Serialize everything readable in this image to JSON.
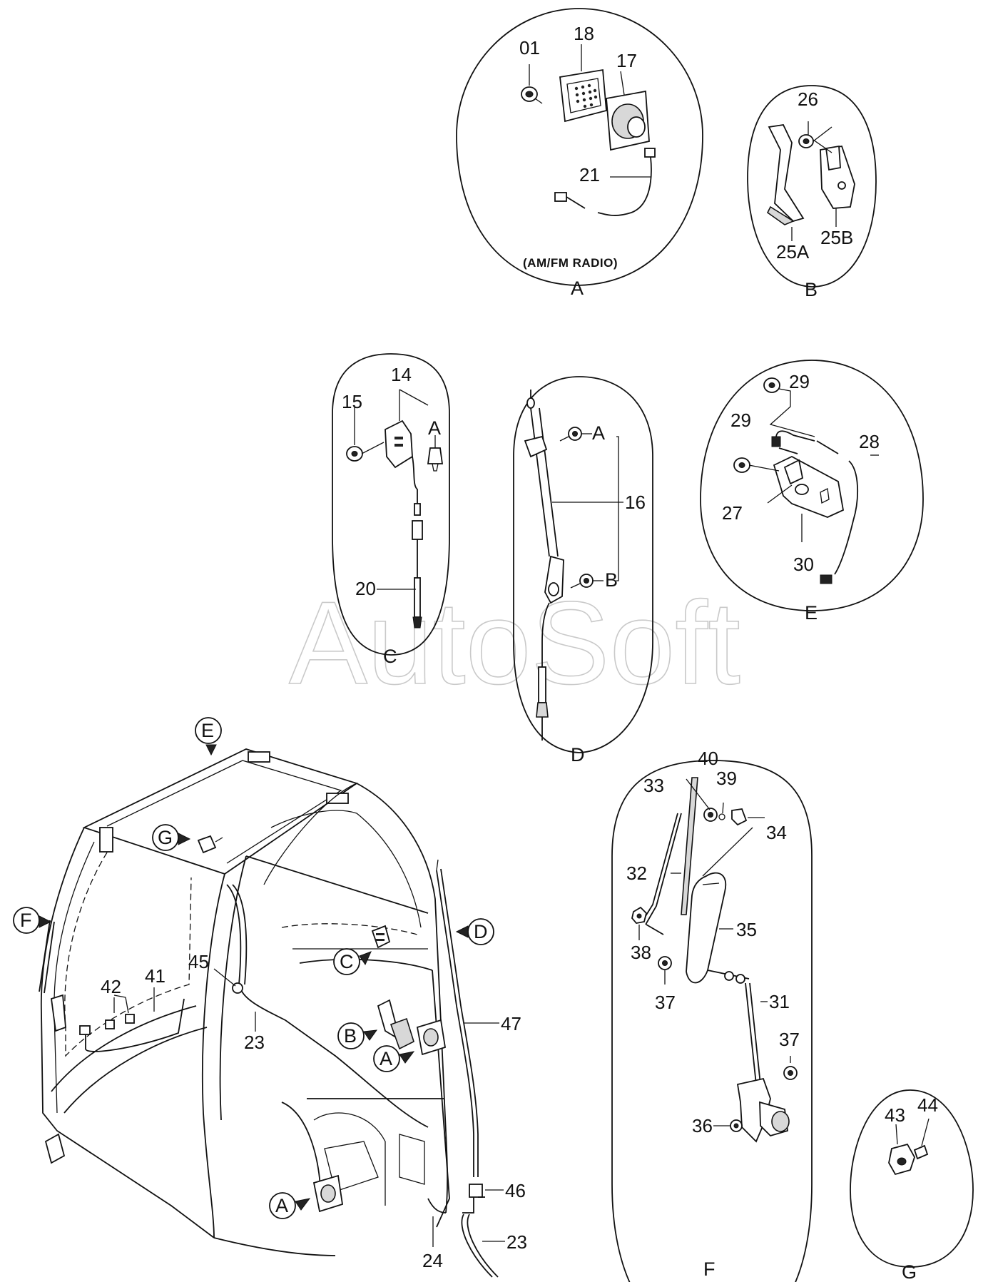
{
  "watermark": "AutoSoft",
  "detail_a": {
    "letter": "A",
    "caption": "(AM/FM RADIO)",
    "labels": [
      "01",
      "18",
      "17",
      "21"
    ]
  },
  "detail_b": {
    "letter": "B",
    "labels": [
      "26",
      "25A",
      "25B"
    ]
  },
  "detail_c": {
    "letter": "C",
    "labels": [
      "14",
      "15",
      "A",
      "20"
    ]
  },
  "detail_d": {
    "letter": "D",
    "labels": [
      "A",
      "16",
      "B"
    ]
  },
  "detail_e": {
    "letter": "E",
    "labels": [
      "29",
      "29",
      "28",
      "27",
      "30"
    ]
  },
  "detail_f": {
    "letter": "F",
    "labels": [
      "40",
      "39",
      "33",
      "34",
      "32",
      "35",
      "38",
      "37",
      "31",
      "37",
      "36"
    ]
  },
  "detail_g": {
    "letter": "G",
    "labels": [
      "43",
      "44"
    ]
  },
  "main_view": {
    "callouts": [
      "E",
      "G",
      "F",
      "D",
      "C",
      "B",
      "A",
      "A"
    ],
    "labels": [
      "42",
      "41",
      "45",
      "23",
      "47",
      "46",
      "23",
      "24"
    ]
  }
}
